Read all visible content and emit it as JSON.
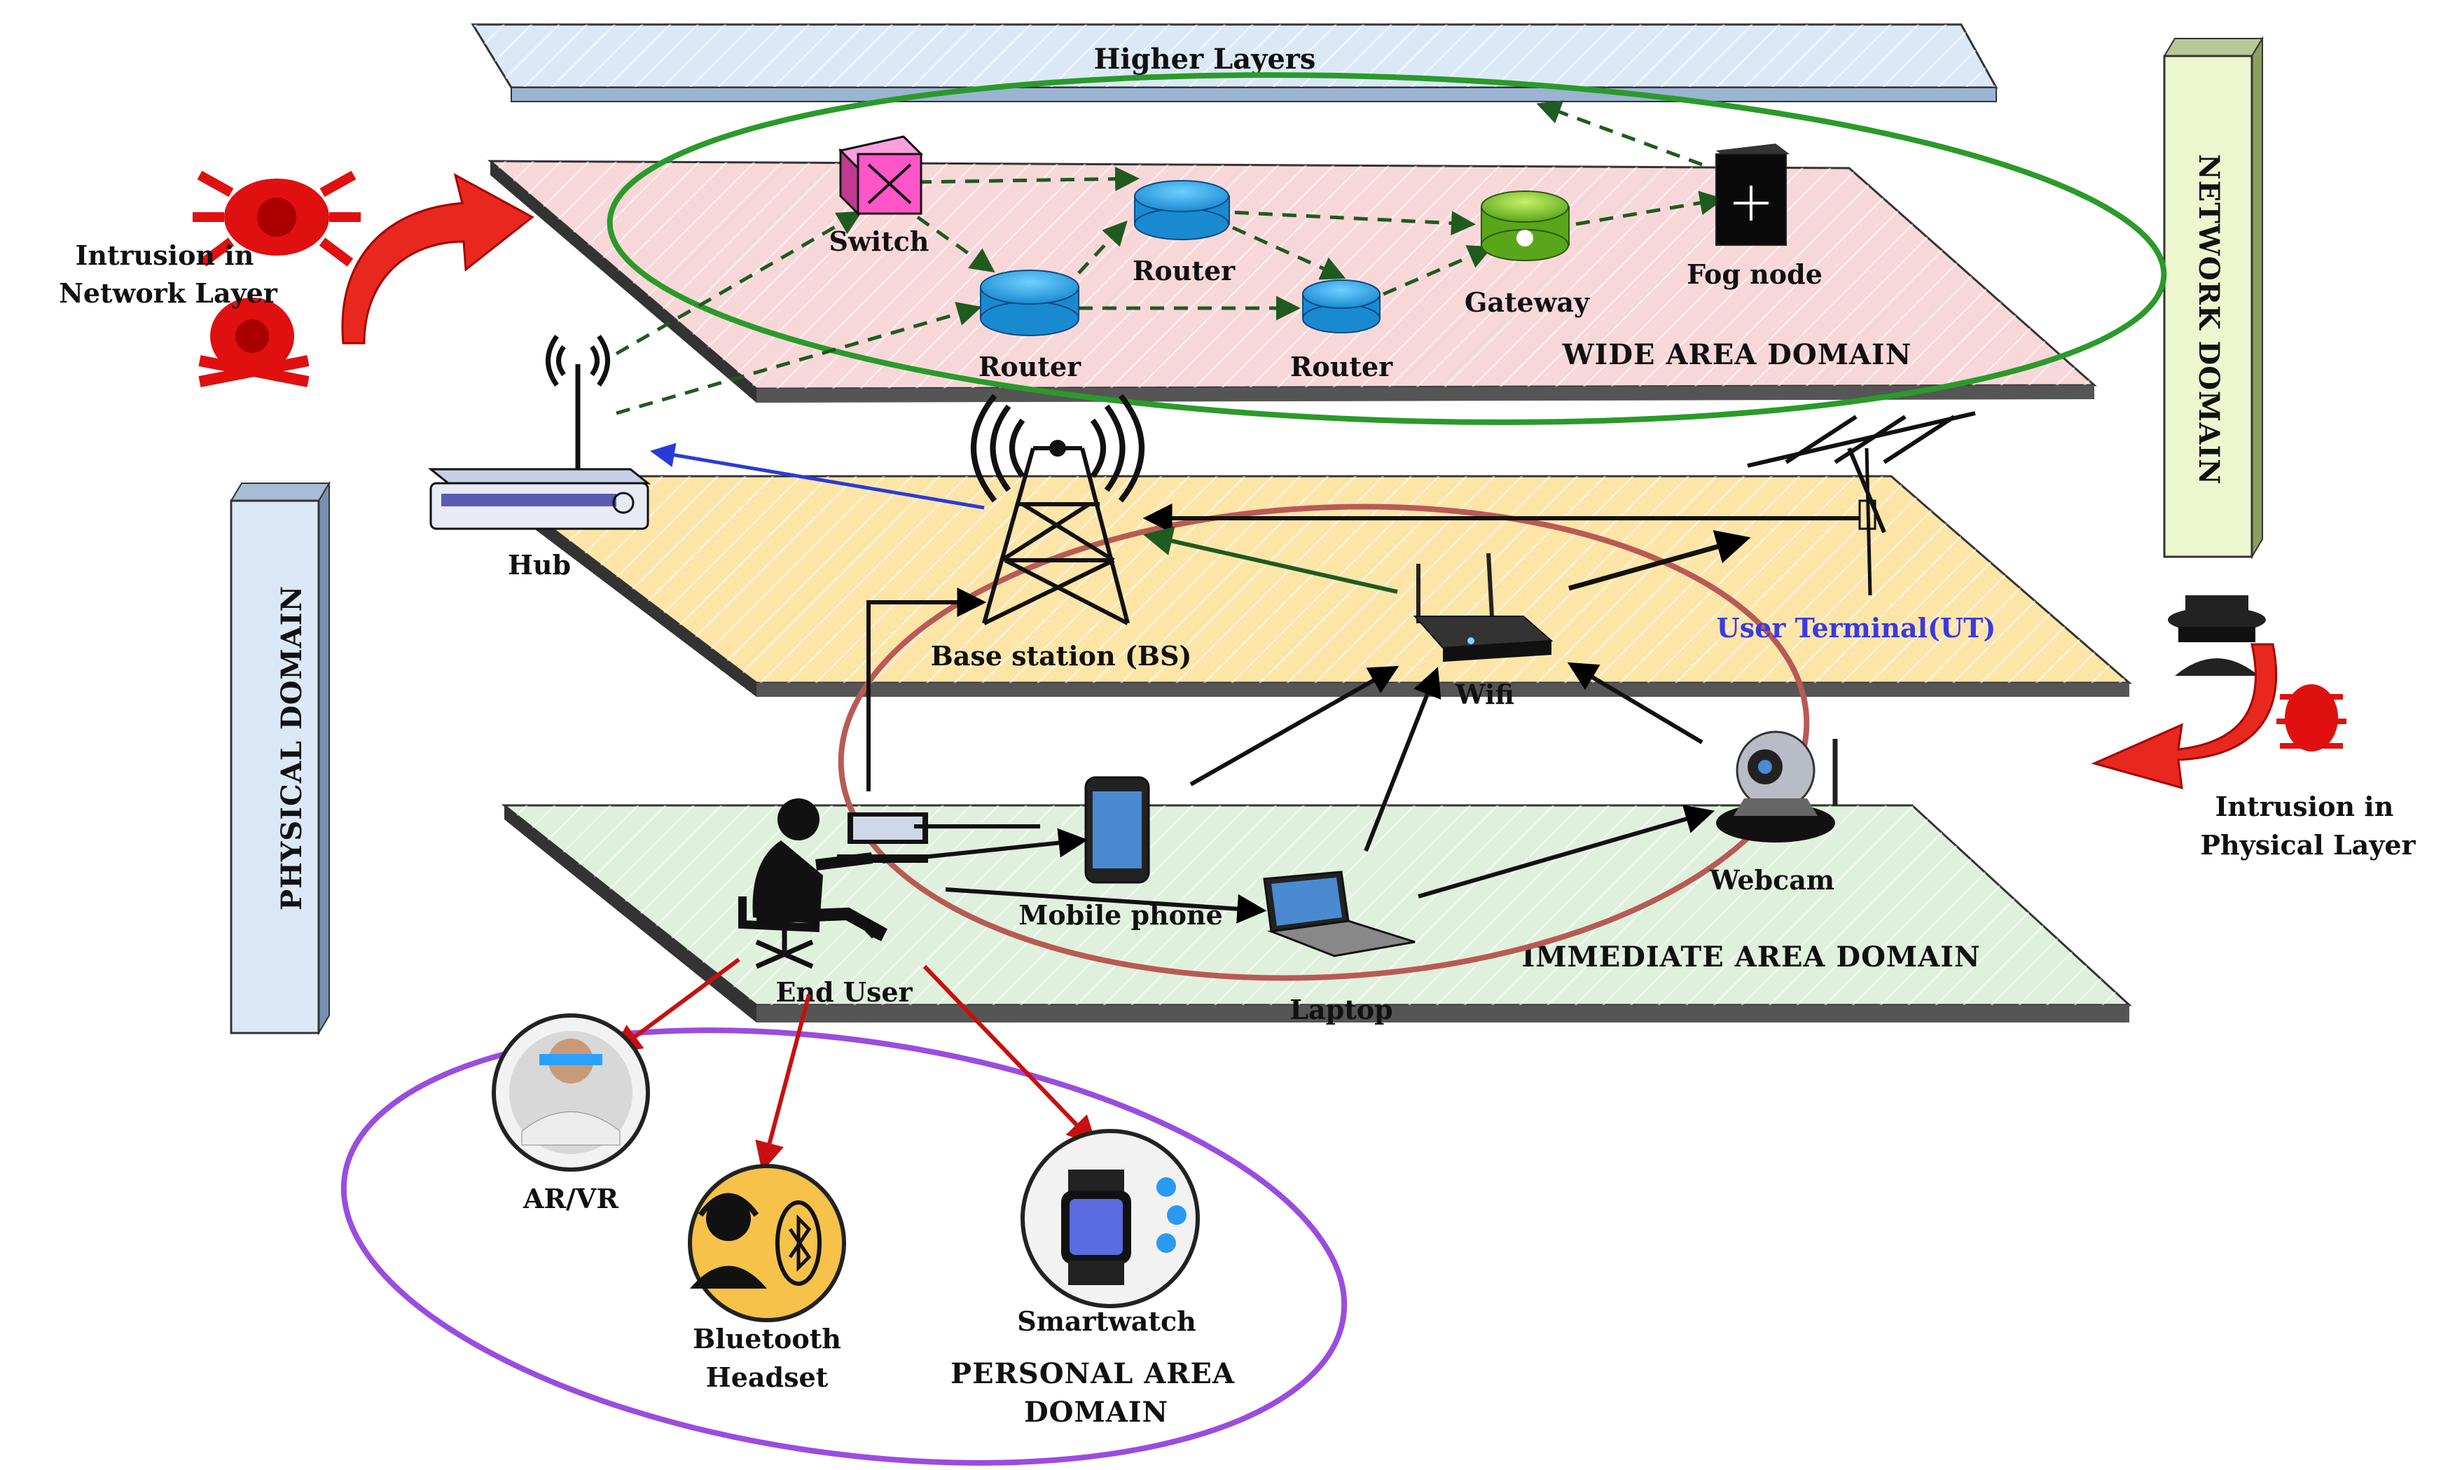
{
  "layers": {
    "higher_layers": "Higher Layers",
    "wide_area_domain": "WIDE AREA DOMAIN",
    "immediate_area_domain": "IMMEDIATE AREA DOMAIN",
    "personal_area_domain_line1": "PERSONAL AREA",
    "personal_area_domain_line2": "DOMAIN"
  },
  "side_bars": {
    "network_domain": "NETWORK DOMAIN",
    "physical_domain": "PHYSICAL DOMAIN"
  },
  "network_nodes": {
    "switch": "Switch",
    "router_top": "Router",
    "router_left": "Router",
    "router_right": "Router",
    "gateway": "Gateway",
    "fog_node": "Fog node"
  },
  "access_nodes": {
    "hub": "Hub",
    "base_station": "Base station (BS)",
    "wifi": "Wifi",
    "user_terminal": "User Terminal(UT)"
  },
  "devices": {
    "end_user": "End User",
    "mobile_phone": "Mobile phone",
    "laptop": "Laptop",
    "webcam": "Webcam",
    "ar_vr": "AR/VR",
    "bluetooth_line1": "Bluetooth",
    "bluetooth_line2": "Headset",
    "smartwatch": "Smartwatch"
  },
  "intrusions": {
    "network_line1": "Intrusion in",
    "network_line2": "Network Layer",
    "physical_line1": "Intrusion in",
    "physical_line2": "Physical Layer"
  },
  "colors": {
    "wide_area_fill": "#f8d7d9",
    "access_layer_fill": "#fde5a8",
    "immediate_fill": "#dff0dc",
    "higher_layers_fill": "#dbe9f7",
    "network_bar_fill": "#ecf6cf",
    "physical_bar_fill": "#dbe8f7",
    "green_ellipse": "#2a9a2a",
    "red_ellipse": "#b85a55",
    "purple_ellipse": "#9a4ce0",
    "user_terminal_text": "#3a3ae0",
    "intrusion_red": "#e01010"
  }
}
